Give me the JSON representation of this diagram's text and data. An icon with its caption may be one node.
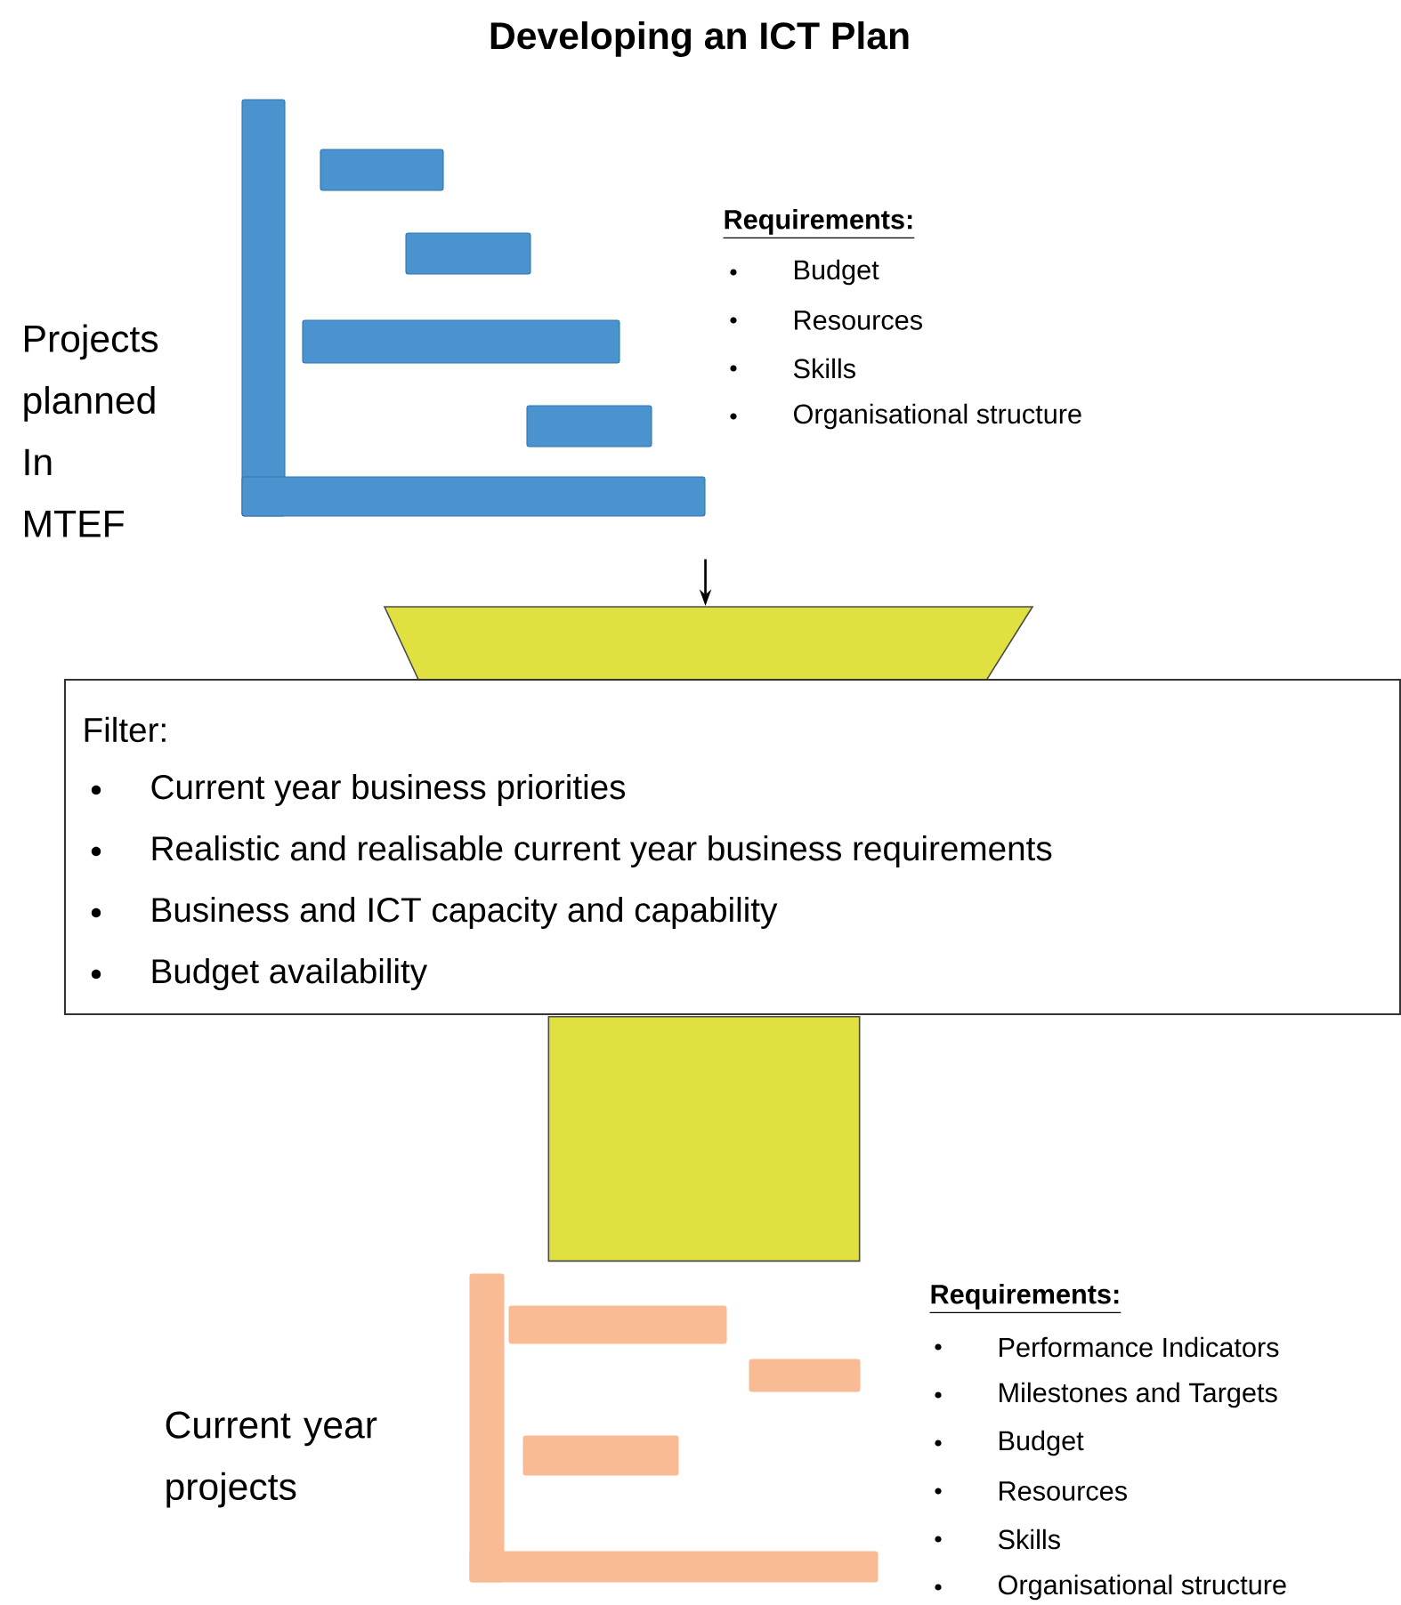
{
  "diagram": {
    "title": "Developing an ICT Plan",
    "nodes": [
      {
        "text": [],
        "shape": "picture",
        "beside": [
          "Projects planned In MTEF"
        ]
      },
      {
        "text": [],
        "shape": "trapezoid"
      },
      {
        "text": [
          "Filter:",
          "Current year business priorities",
          "Realistic and realisable current year business requirements",
          "Business and ICT capacity and capability",
          "Budget availability"
        ]
      },
      {
        "text": [],
        "shape": "box"
      },
      {
        "text": [],
        "shape": "picture"
      }
    ],
    "edges": [
      {
        "from": 0,
        "to": 1,
        "arrow": "to"
      }
    ],
    "labels": [
      "Requirements:",
      "Budget",
      "Resources",
      "Skills",
      "Organisational structure",
      "Current year projects",
      "Requirements:",
      "Performance Indicators",
      "Milestones and Targets",
      "Budget",
      "Resources",
      "Skills",
      "Organisational structure"
    ]
  }
}
